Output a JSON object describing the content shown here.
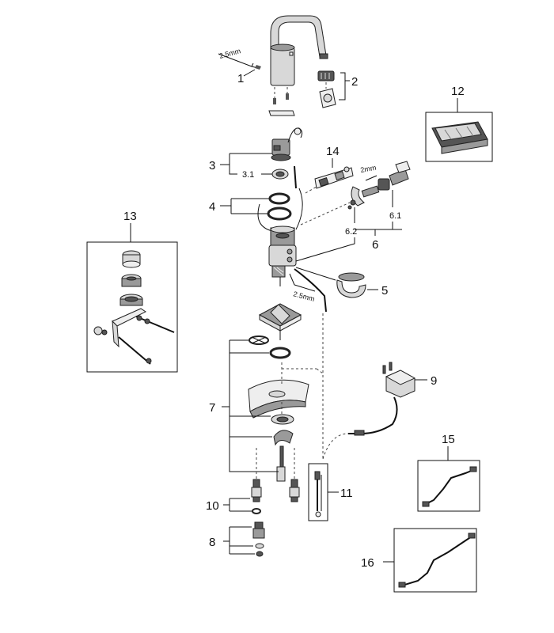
{
  "callouts": {
    "c1": "1",
    "c2": "2",
    "c3": "3",
    "c3_1": "3.1",
    "c4": "4",
    "c5": "5",
    "c6": "6",
    "c6_1": "6.1",
    "c6_2": "6.2",
    "c7": "7",
    "c8": "8",
    "c9": "9",
    "c10": "10",
    "c11": "11",
    "c12": "12",
    "c13": "13",
    "c14": "14",
    "c15": "15",
    "c16": "16"
  },
  "tool_labels": {
    "allen_top": "2.5mm",
    "allen_mid": "2.5mm",
    "allen_handle": "2mm"
  }
}
